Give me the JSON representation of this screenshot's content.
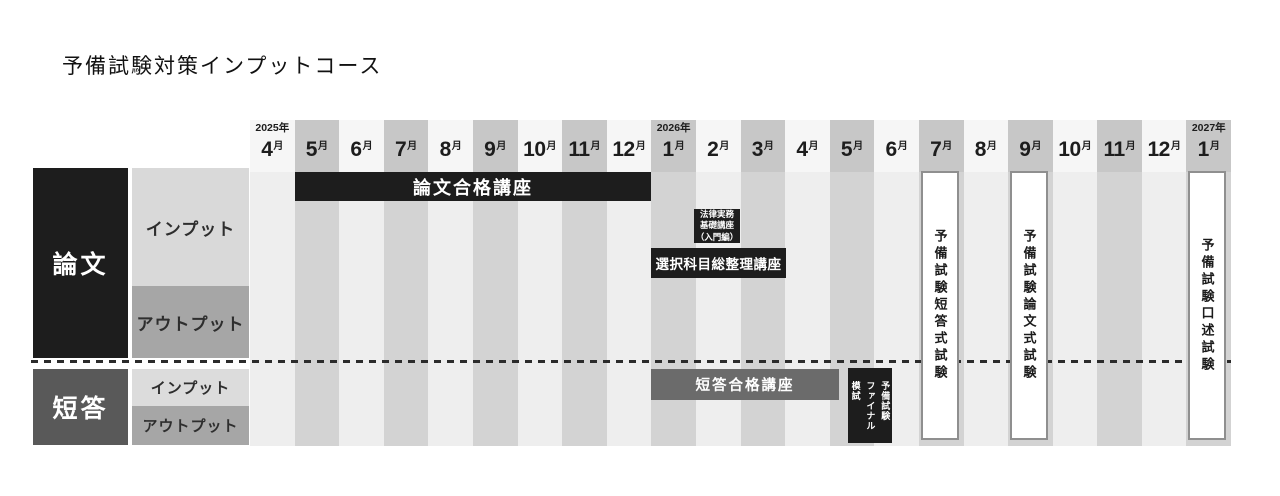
{
  "title": "予備試験対策インプットコース",
  "timeline": {
    "months": [
      {
        "num": "4",
        "unit": "月",
        "year": "2025年"
      },
      {
        "num": "5",
        "unit": "月"
      },
      {
        "num": "6",
        "unit": "月"
      },
      {
        "num": "7",
        "unit": "月"
      },
      {
        "num": "8",
        "unit": "月"
      },
      {
        "num": "9",
        "unit": "月"
      },
      {
        "num": "10",
        "unit": "月"
      },
      {
        "num": "11",
        "unit": "月"
      },
      {
        "num": "12",
        "unit": "月"
      },
      {
        "num": "1",
        "unit": "月",
        "year": "2026年"
      },
      {
        "num": "2",
        "unit": "月"
      },
      {
        "num": "3",
        "unit": "月"
      },
      {
        "num": "4",
        "unit": "月"
      },
      {
        "num": "5",
        "unit": "月"
      },
      {
        "num": "6",
        "unit": "月"
      },
      {
        "num": "7",
        "unit": "月"
      },
      {
        "num": "8",
        "unit": "月"
      },
      {
        "num": "9",
        "unit": "月"
      },
      {
        "num": "10",
        "unit": "月"
      },
      {
        "num": "11",
        "unit": "月"
      },
      {
        "num": "12",
        "unit": "月"
      },
      {
        "num": "1",
        "unit": "月",
        "year": "2027年"
      }
    ]
  },
  "rows": {
    "ronbun": {
      "label": "論文",
      "input_label": "インプット",
      "output_label": "アウトプット"
    },
    "tanto": {
      "label": "短答",
      "input_label": "インプット",
      "output_label": "アウトプット"
    }
  },
  "courses": {
    "ronbun_gokaku": {
      "label": "論文合格講座",
      "span": "2025年5月〜2025年12月"
    },
    "houritsu_jitsumu": {
      "label": [
        "法律実務",
        "基礎講座",
        "（入門編）"
      ],
      "span": "2026年2月"
    },
    "sentaku_kamoku": {
      "label": "選択科目総整理講座",
      "span": "2026年1月〜2026年3月"
    },
    "tanto_gokaku": {
      "label": "短答合格講座",
      "span": "2026年1月〜2026年5月"
    },
    "final_moshi": {
      "label": [
        "予備試験",
        "ファイナル",
        "模試"
      ],
      "span": "2026年5月〜6月"
    }
  },
  "exams": [
    {
      "label": "予備試験短答式試験",
      "month": "2026年7月"
    },
    {
      "label": "予備試験論文式試験",
      "month": "2026年9月"
    },
    {
      "label": "予備試験口述試験",
      "month": "2027年1月"
    }
  ],
  "colors": {
    "black_bar": "#1d1d1d",
    "tanto_label": "#595959",
    "tanto_bar": "#6b6b6b",
    "input_box": "#d9d9d9",
    "output_box": "#a6a6a6",
    "column_light": "#eeeeee",
    "column_dark": "#d3d3d3",
    "exam_border": "#8f8f8f"
  }
}
